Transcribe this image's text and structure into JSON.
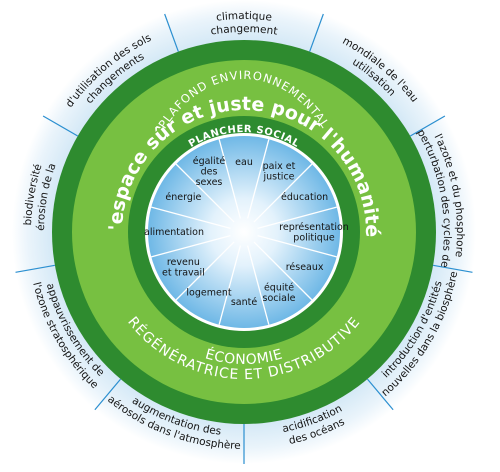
{
  "title": "l'espace sûr et juste pour l'humanité",
  "ceiling_label": "PLAFOND ENVIRONNEMENTAL",
  "floor_label": "PLANCHER SOCIAL",
  "economy_line1": "ÉCONOMIE",
  "economy_line2": "RÉGÉNÉRATRICE ET DISTRIBUTIVE",
  "colors": {
    "outer_band": "#cfe6f5",
    "outer_edge": "#1f85c6",
    "dark_green": "#2e8b2f",
    "light_green": "#77c041",
    "core": "#7fc1ea"
  },
  "social_foundation": [
    {
      "lines": [
        "eau"
      ]
    },
    {
      "lines": [
        "paix et",
        "justice"
      ]
    },
    {
      "lines": [
        "éducation"
      ]
    },
    {
      "lines": [
        "représentation",
        "politique"
      ]
    },
    {
      "lines": [
        "réseaux"
      ]
    },
    {
      "lines": [
        "équité",
        "sociale"
      ]
    },
    {
      "lines": [
        "santé"
      ]
    },
    {
      "lines": [
        "logement"
      ]
    },
    {
      "lines": [
        "revenu",
        "et travail"
      ]
    },
    {
      "lines": [
        "alimentation"
      ]
    },
    {
      "lines": [
        "énergie"
      ]
    },
    {
      "lines": [
        "égalité",
        "des",
        "sexes"
      ]
    }
  ],
  "ecological_ceiling": [
    {
      "lines": [
        "changement",
        "climatique"
      ]
    },
    {
      "lines": [
        "utilisation",
        "mondiale de l'eau"
      ]
    },
    {
      "lines": [
        "perturbation des cycles de",
        "l'azote et du phosphore"
      ]
    },
    {
      "lines": [
        "introduction d'entités",
        "nouvelles dans la biosphère"
      ]
    },
    {
      "lines": [
        "acidification",
        "des océans"
      ]
    },
    {
      "lines": [
        "augmentation des",
        "aérosols dans l'atmosphère"
      ]
    },
    {
      "lines": [
        "appauvrissement de",
        "l'ozone stratosphérique"
      ]
    },
    {
      "lines": [
        "érosion de la",
        "biodiversité"
      ]
    },
    {
      "lines": [
        "changements",
        "d'utilisation des sols"
      ]
    }
  ]
}
